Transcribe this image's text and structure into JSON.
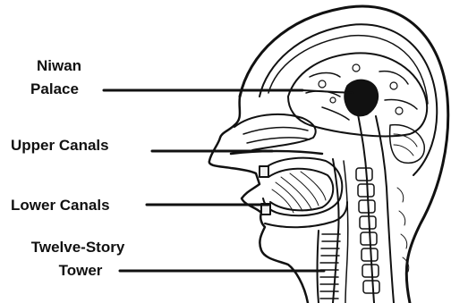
{
  "labels": {
    "niwan_palace_line1": "Niwan",
    "niwan_palace_line2": "Palace",
    "upper_canals": "Upper Canals",
    "lower_canals": "Lower Canals",
    "twelve_story_tower_line1": "Twelve-Story",
    "twelve_story_tower_line2": "Tower"
  },
  "colors": {
    "ink": "#111111",
    "background": "#ffffff"
  }
}
